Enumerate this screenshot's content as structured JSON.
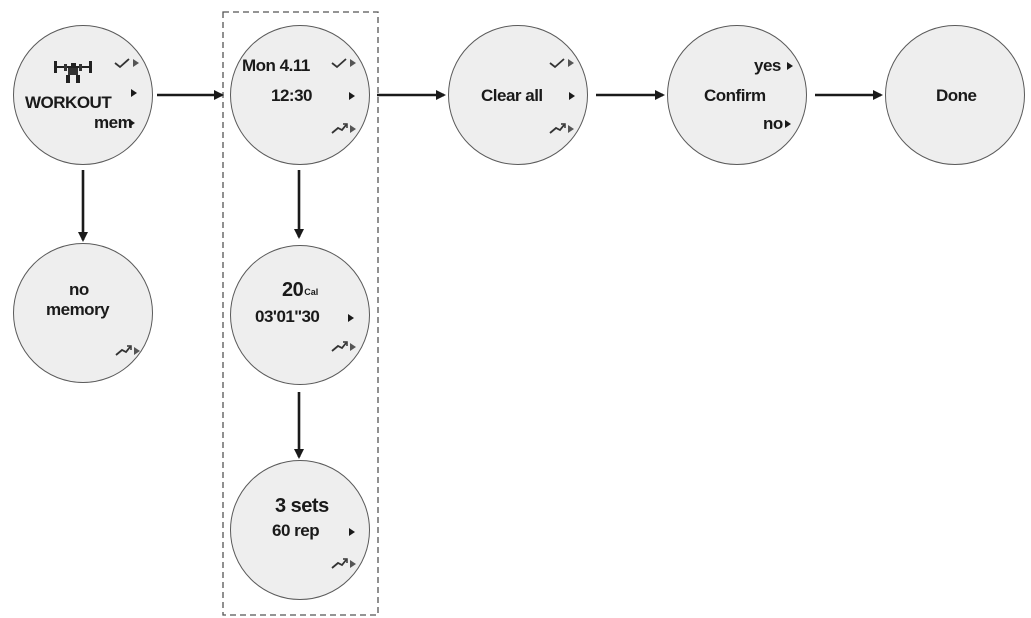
{
  "nodes": {
    "workout": {
      "label": "WORKOUT",
      "mem_label": "mem"
    },
    "no_memory": {
      "line1": "no",
      "line2": "memory"
    },
    "date": {
      "date": "Mon 4.11",
      "time": "12:30"
    },
    "calories": {
      "value": "20",
      "unit": "Cal",
      "duration": "03'01''30"
    },
    "sets": {
      "sets": "3 sets",
      "reps": "60 rep"
    },
    "clear": {
      "label": "Clear all"
    },
    "confirm": {
      "yes": "yes",
      "label": "Confirm",
      "no": "no"
    },
    "done": {
      "label": "Done"
    }
  },
  "icons": {
    "workout_figure": "weightlifter-icon",
    "check": "check-arrow-icon",
    "back": "return-arrow-icon",
    "right": "triangle-right-icon"
  },
  "colors": {
    "circle_fill": "#eeeeee",
    "ink": "#1a1a1a"
  }
}
